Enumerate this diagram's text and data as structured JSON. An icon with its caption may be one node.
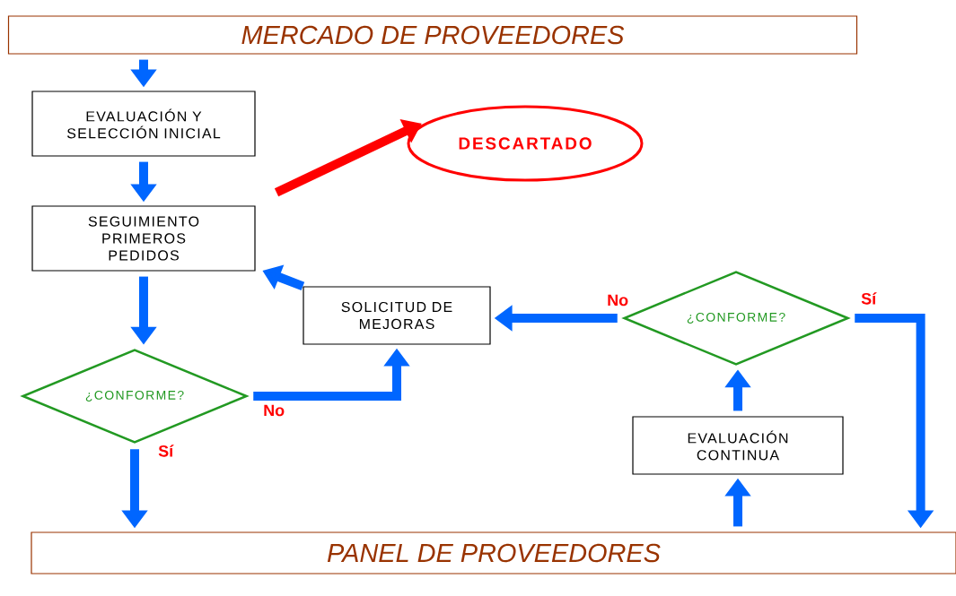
{
  "diagram": {
    "nodes": [
      {
        "text": [
          "MERCADO DE PROVEEDORES"
        ]
      },
      {
        "text": [
          "EVALUACIÓN Y SELECCIÓN INICIAL"
        ]
      },
      {
        "text": [
          "DESCARTADO"
        ]
      },
      {
        "text": [
          "SEGUIMIENTO PRIMEROS PEDIDOS"
        ]
      },
      {
        "text": [
          "SOLICITUD DE MEJORAS"
        ]
      },
      {
        "text": [
          "¿CONFORME?"
        ]
      },
      {
        "text": [
          "¿CONFORME?"
        ]
      },
      {
        "text": [
          "EVALUACIÓN CONTINUA"
        ]
      },
      {
        "text": [
          "PANEL DE PROVEEDORES"
        ]
      }
    ],
    "edges": [
      {
        "from": 0,
        "to": 1,
        "arrow": "to"
      },
      {
        "from": 1,
        "to": 3,
        "arrow": "to"
      },
      {
        "from": 3,
        "to": 2,
        "arrow": "to",
        "color": "#ff0000"
      },
      {
        "from": 3,
        "to": 6,
        "arrow": "to"
      },
      {
        "from": 6,
        "to": 4,
        "arrow": "to",
        "label": "No"
      },
      {
        "from": 6,
        "to": 8,
        "arrow": "to",
        "label": "Sí"
      },
      {
        "from": 5,
        "to": 4,
        "arrow": "to",
        "label": "No"
      },
      {
        "from": 5,
        "to": 8,
        "arrow": "to",
        "label": "Sí"
      },
      {
        "from": 7,
        "to": 5,
        "arrow": "to"
      },
      {
        "from": 8,
        "to": 7,
        "arrow": "to"
      },
      {
        "from": 4,
        "to": 3,
        "arrow": "to"
      }
    ]
  }
}
